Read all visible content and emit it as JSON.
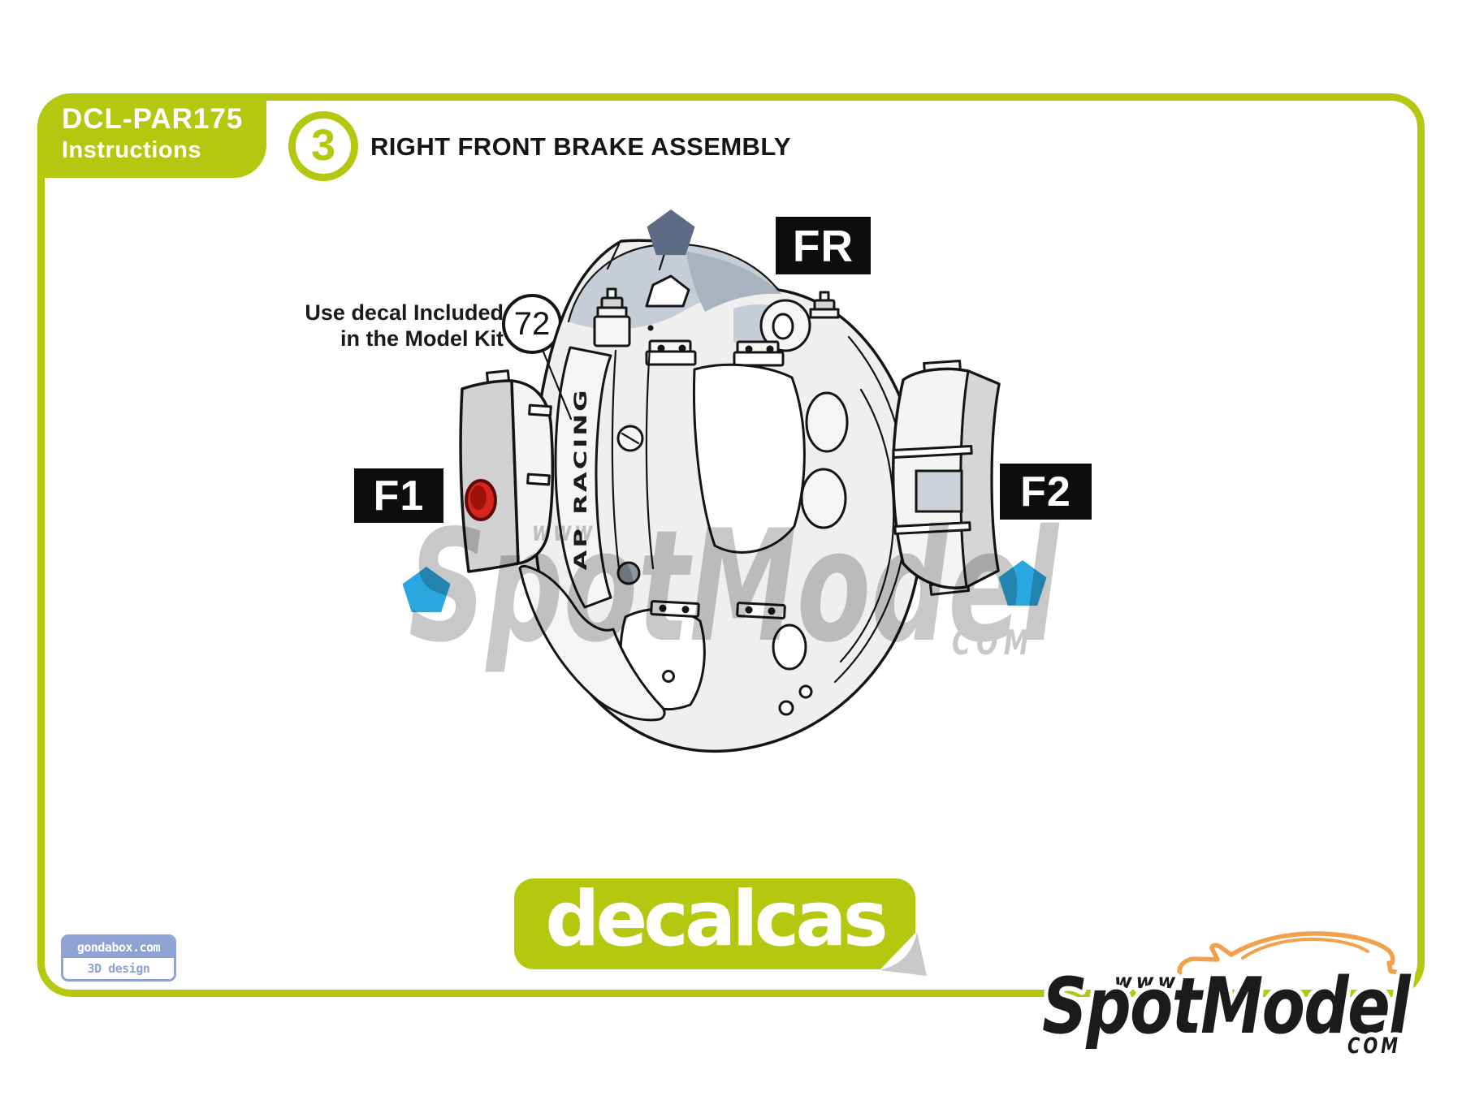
{
  "colors": {
    "green": "#b4c80f",
    "ink": "#151515",
    "blue": "#2ba7e0",
    "slate": "#5d6c85",
    "red": "#d6251c",
    "periwinkle": "#8fa2d4",
    "orange": "#f2a04c",
    "wm": "#c8c8c8"
  },
  "header": {
    "code": "DCL-PAR175",
    "subtitle": "Instructions",
    "step_number": "3",
    "step_title": "RIGHT FRONT BRAKE ASSEMBLY"
  },
  "diagram": {
    "note": {
      "line1": "Use decal Included",
      "line2": "in the Model Kit"
    },
    "decal_number": "72",
    "orientation_label": "FR",
    "part_labels": {
      "outer_pad": "F1",
      "inner_pad": "F2"
    },
    "caliper_decal_text": "AP RACING"
  },
  "watermark": {
    "www": "www",
    "name": "SpotModel",
    "tld": "COM"
  },
  "footer": {
    "brand_logo": "decalcas",
    "designer": {
      "line1": "gondabox.com",
      "line2": "3D design"
    },
    "store_logo": {
      "www": "www",
      "name": "SpotModel",
      "tld": "COM"
    }
  }
}
